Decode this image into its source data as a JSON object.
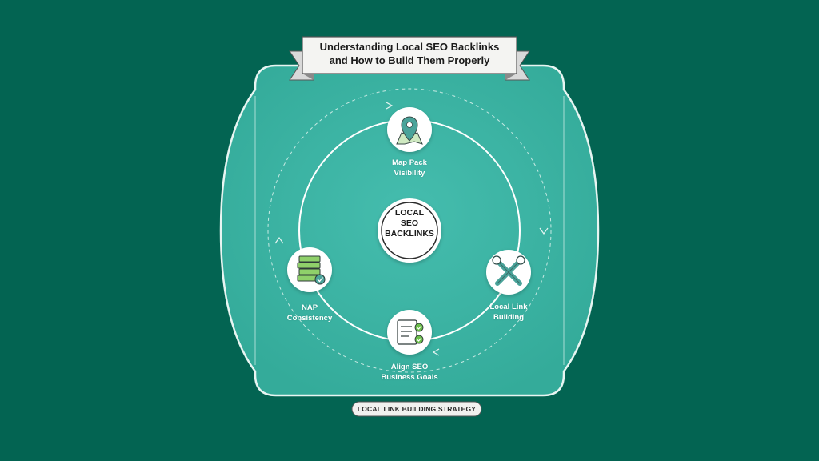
{
  "banner": {
    "line1": "Understanding Local SEO Backlinks",
    "line2": "and How to Build Them Properly"
  },
  "center": {
    "line1": "LOCAL",
    "line2": "SEO",
    "line3": "BACKLINKS"
  },
  "nodes": [
    {
      "id": "map-pack",
      "line1": "Map Pack",
      "line2": "Visibility",
      "icon": "map-pin-icon"
    },
    {
      "id": "local-link",
      "line1": "Local Link",
      "line2": "Building",
      "icon": "wrench-screwdriver-icon"
    },
    {
      "id": "align-seo",
      "line1": "Align SEO",
      "line2": "Business Goals",
      "icon": "checklist-icon"
    },
    {
      "id": "nap",
      "line1": "NAP",
      "line2": "Consistency",
      "icon": "stacked-books-icon"
    }
  ],
  "footer": {
    "label": "LOCAL LINK BUILDING STRATEGY"
  },
  "colors": {
    "background": "#036452",
    "panel": "#3bb3a2",
    "panel_border": "#e8f5f2",
    "accent_green": "#6cbf4a",
    "icon_teal": "#3f9c93"
  }
}
